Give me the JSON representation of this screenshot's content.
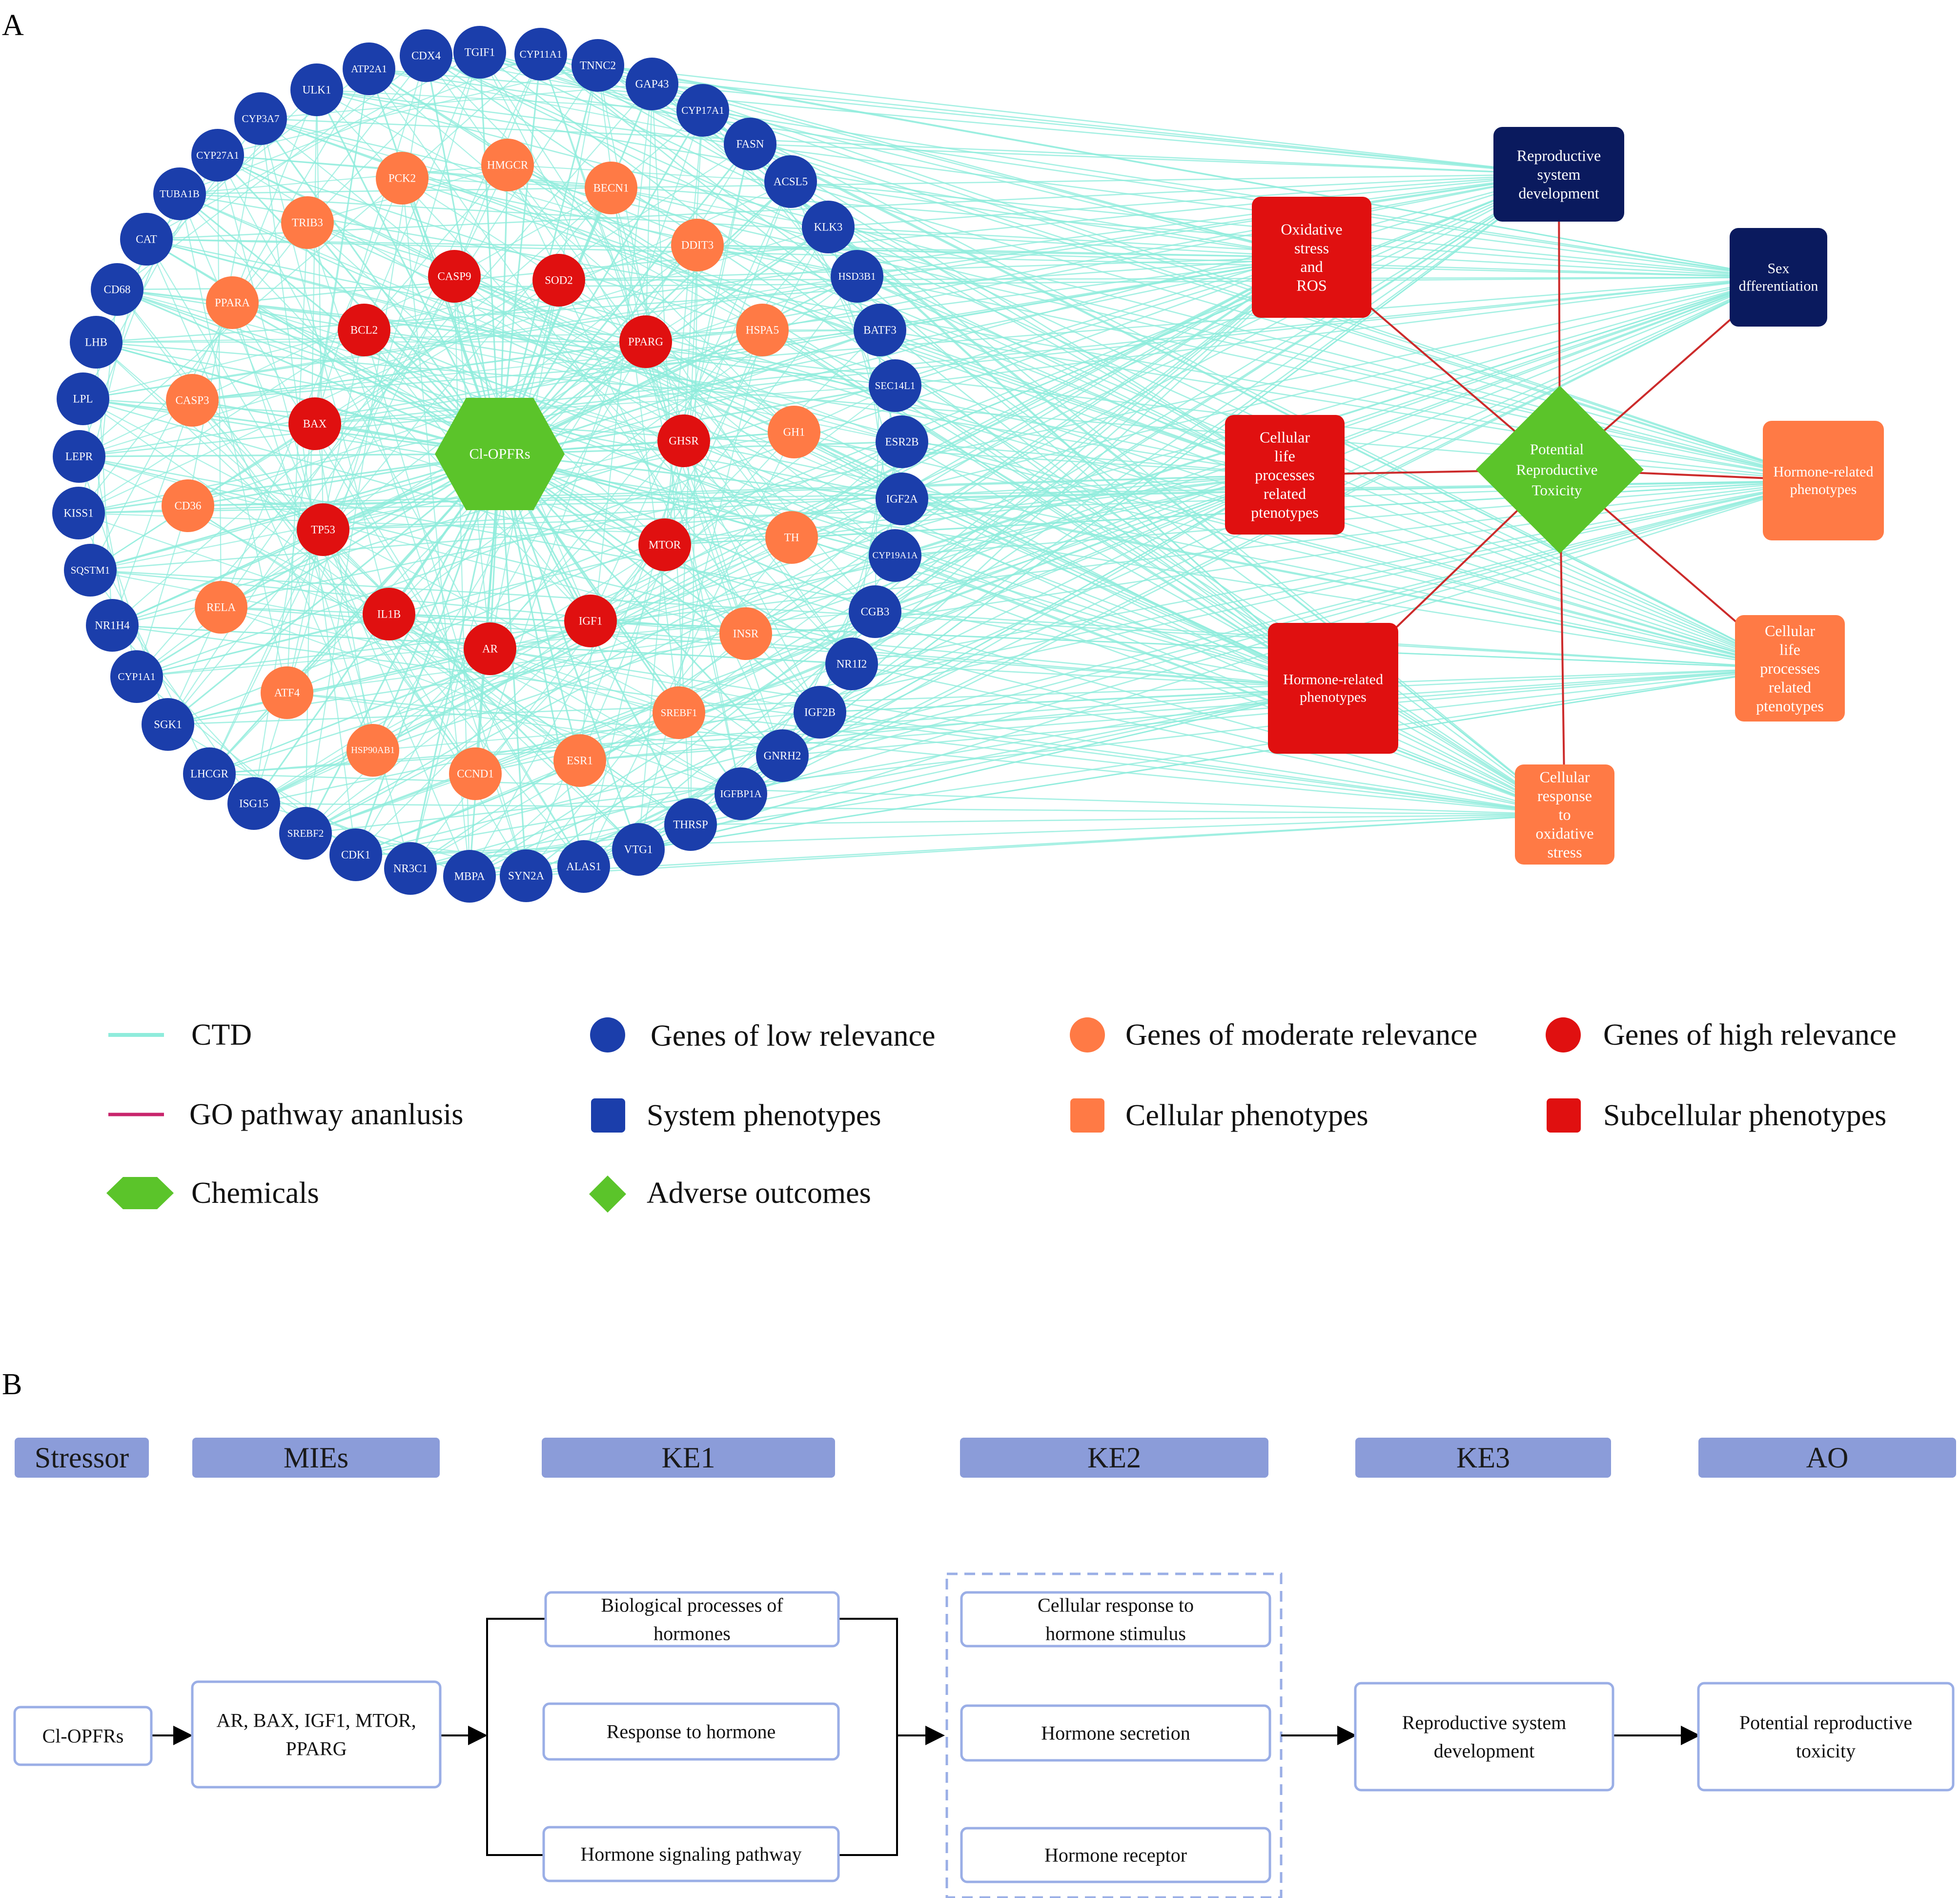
{
  "panels": {
    "a_letter": "A",
    "b_letter": "B"
  },
  "colors": {
    "ctd_edge": "#8fecdc",
    "go_edge": "#cc2b2b",
    "legend_go_line": "#c8246b",
    "low": "#1b3eab",
    "moderate": "#ff7a45",
    "high": "#e01010",
    "system_phenotype": "#0a1a5e",
    "chemical": "#5bc42a",
    "stage_header": "#8b9cd9",
    "box_border": "#9aaee6"
  },
  "network": {
    "chemical": {
      "label": "Cl-OPFRs",
      "shape": "hexagon"
    },
    "adverse_outcome": {
      "label": [
        "Potential",
        "Reproductive",
        "Toxicity"
      ],
      "shape": "diamond"
    },
    "low_genes": [
      "CDX4",
      "TGIF1",
      "CYP11A1",
      "TNNC2",
      "GAP43",
      "CYP17A1",
      "FASN",
      "ACSL5",
      "KLK3",
      "HSD3B1",
      "BATF3",
      "SEC14L1",
      "ESR2B",
      "IGF2A",
      "CYP19A1A",
      "CGB3",
      "NR1I2",
      "IGF2B",
      "GNRH2",
      "IGFBP1A",
      "THRSP",
      "VTG1",
      "ALAS1",
      "SYN2A",
      "MBPA",
      "NR3C1",
      "CDK1",
      "SREBF2",
      "ISG15",
      "LHCGR",
      "SGK1",
      "CYP1A1",
      "NR1H4",
      "SQSTM1",
      "KISS1",
      "LEPR",
      "LPL",
      "LHB",
      "CD68",
      "CAT",
      "TUBA1B",
      "CYP27A1",
      "CYP3A7",
      "ULK1",
      "ATP2A1"
    ],
    "moderate_genes": [
      "HMGCR",
      "BECN1",
      "DDIT3",
      "HSPA5",
      "GH1",
      "TH",
      "INSR",
      "SREBF1",
      "ESR1",
      "CCND1",
      "HSP90AB1",
      "ATF4",
      "RELA",
      "CD36",
      "CASP3",
      "PPARA",
      "TRIB3",
      "PCK2"
    ],
    "high_genes": [
      "SOD2",
      "PPARG",
      "GHSR",
      "MTOR",
      "IGF1",
      "AR",
      "IL1B",
      "TP53",
      "BAX",
      "BCL2",
      "CASP9"
    ],
    "system_phenotypes": [
      {
        "label": [
          "Reproductive",
          "system",
          "development"
        ]
      },
      {
        "label": [
          "Sex",
          "dfferentiation"
        ]
      }
    ],
    "cellular_phenotypes": [
      {
        "label": [
          "Hormone-related",
          "phenotypes"
        ]
      },
      {
        "label": [
          "Cellular",
          "life",
          "processes",
          "related",
          "ptenotypes"
        ]
      },
      {
        "label": [
          "Cellular",
          "response",
          "to",
          "oxidative",
          "stress"
        ]
      }
    ],
    "subcellular_phenotypes": [
      {
        "label": [
          "Oxidative",
          "stress",
          "and",
          "ROS"
        ]
      },
      {
        "label": [
          "Cellular",
          "life",
          "processes",
          "related",
          "ptenotypes"
        ]
      },
      {
        "label": [
          "Hormone-related",
          "phenotypes"
        ]
      }
    ]
  },
  "legend": {
    "ctd": "CTD",
    "go": "GO pathway ananlusis",
    "chemicals": "Chemicals",
    "low": "Genes of low relevance",
    "system": "System phenotypes",
    "adverse": "Adverse outcomes",
    "moderate": "Genes of moderate relevance",
    "cellular": "Cellular phenotypes",
    "high": "Genes of high relevance",
    "subcellular": "Subcellular phenotypes"
  },
  "aop": {
    "stages": [
      "Stressor",
      "MIEs",
      "KE1",
      "KE2",
      "KE3",
      "AO"
    ],
    "stressor": [
      "Cl-OPFRs"
    ],
    "mies": [
      "AR, BAX, IGF1, MTOR,",
      "PPARG"
    ],
    "ke1": [
      [
        "Biological processes of",
        "hormones"
      ],
      [
        "Response to hormone"
      ],
      [
        "Hormone signaling pathway"
      ]
    ],
    "ke2": [
      [
        "Cellular response to",
        "hormone stimulus"
      ],
      [
        "Hormone secretion"
      ],
      [
        "Hormone receptor"
      ]
    ],
    "ke3": [
      "Reproductive system",
      "development"
    ],
    "ao": [
      "Potential reproductive",
      "toxicity"
    ]
  }
}
